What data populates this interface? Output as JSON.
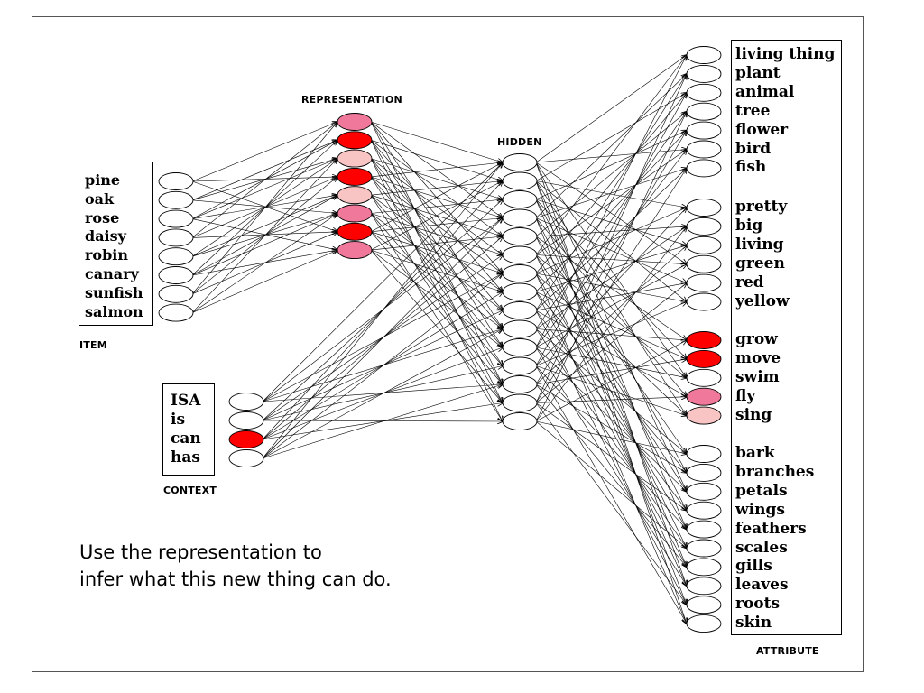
{
  "labels": {
    "representation": "REPRESENTATION",
    "hidden": "HIDDEN",
    "item": "ITEM",
    "context": "CONTEXT",
    "attribute": "ATTRIBUTE"
  },
  "items": [
    "pine",
    "oak",
    "rose",
    "daisy",
    "robin",
    "canary",
    "sunfish",
    "salmon"
  ],
  "contexts": [
    "ISA",
    "is",
    "can",
    "has"
  ],
  "attributes": [
    [
      "living thing",
      "plant",
      "animal",
      "tree",
      "flower",
      "bird",
      "fish"
    ],
    [
      "pretty",
      "big",
      "living",
      "green",
      "red",
      "yellow"
    ],
    [
      "grow",
      "move",
      "swim",
      "fly",
      "sing"
    ],
    [
      "bark",
      "branches",
      "petals",
      "wings",
      "feathers",
      "scales",
      "gills",
      "leaves",
      "roots",
      "skin"
    ]
  ],
  "note": {
    "line1": "Use the representation to",
    "line2": "infer what this new thing can do."
  },
  "colors": {
    "dark_red": "#ff0000",
    "mid_pink": "#f0789a",
    "light_pink": "#f8c4c4",
    "off": "#ffffff"
  },
  "activations": {
    "item": [
      0,
      0,
      0,
      0,
      0,
      0,
      0,
      0
    ],
    "context": [
      0,
      0,
      1,
      0
    ],
    "representation": [
      0.55,
      1,
      0.25,
      1,
      0.25,
      0.55,
      1,
      0.55
    ],
    "hidden_count": 15,
    "attribute": [
      [
        0,
        0,
        0,
        0,
        0,
        0,
        0
      ],
      [
        0,
        0,
        0,
        0,
        0,
        0
      ],
      [
        1,
        1,
        0,
        0.55,
        0.25
      ],
      [
        0,
        0,
        0,
        0,
        0,
        0,
        0,
        0,
        0,
        0
      ]
    ]
  }
}
